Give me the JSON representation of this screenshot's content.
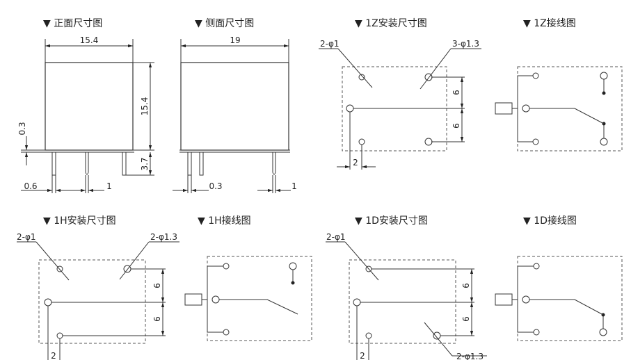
{
  "titles": {
    "front": "▼ 正面尺寸图",
    "side": "▼ 侧面尺寸图",
    "z_mount": "▼ 1Z安装尺寸图",
    "z_wiring": "▼ 1Z接线图",
    "h_mount": "▼ 1H安装尺寸图",
    "h_wiring": "▼ 1H接线图",
    "d_mount": "▼ 1D安装尺寸图",
    "d_wiring": "▼ 1D接线图"
  },
  "front": {
    "width": "15.4",
    "height": "15.4",
    "standoff": "0.3",
    "pin_length": "3.7",
    "pin_width": "0.6",
    "pin_spacing": "1"
  },
  "side": {
    "width": "19",
    "standoff": "0.3",
    "pin_spacing": "1"
  },
  "z_mount": {
    "small_hole": "2-φ1",
    "big_hole": "3-φ1.3",
    "pitch_upper": "6",
    "pitch_lower": "6",
    "offset": "2"
  },
  "h_mount": {
    "small_hole": "2-φ1",
    "big_hole": "2-φ1.3",
    "pitch_upper": "6",
    "pitch_lower": "6",
    "offset": "2"
  },
  "d_mount": {
    "small_hole": "2-φ1",
    "big_hole": "2-φ1.3",
    "pitch_upper": "6",
    "pitch_lower": "6",
    "offset": "2"
  }
}
